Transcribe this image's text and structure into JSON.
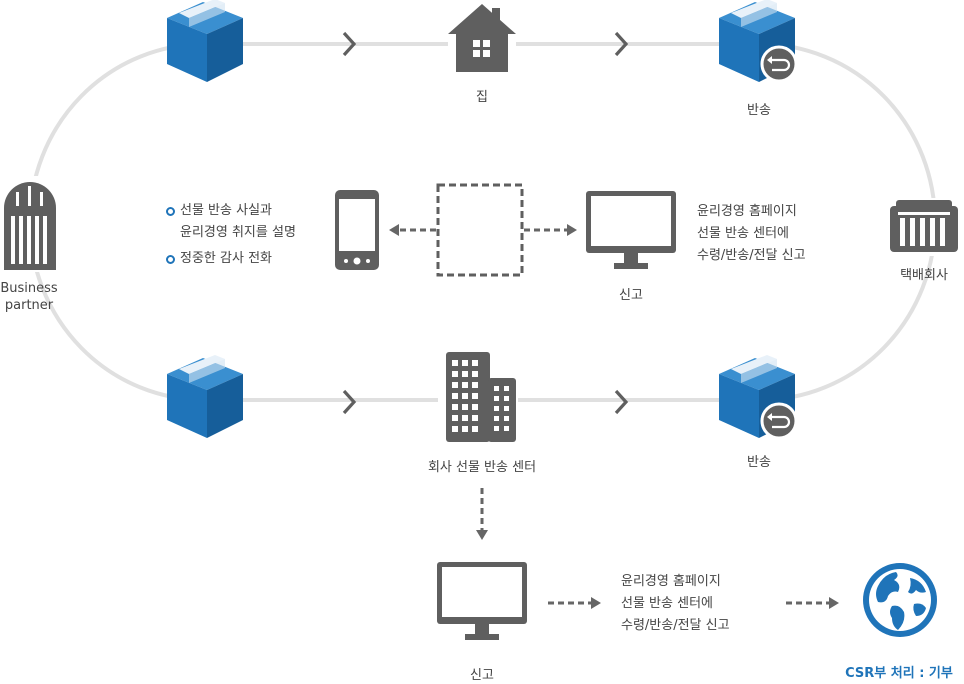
{
  "nodes": {
    "partner_label_line1": "Business",
    "partner_label_line2": "partner",
    "home_label": "집",
    "return_top_label": "반송",
    "courier_label": "택배회사",
    "report_mid_label": "신고",
    "company_center_label": "회사 선물 반송 센터",
    "return_bottom_label": "반송",
    "report_bottom_label": "신고",
    "csr_label": "CSR부 처리 : 기부"
  },
  "left_bullets": [
    {
      "line1": "선물 반송 사실과",
      "line2": "윤리경영 취지를 설명"
    },
    {
      "line1": "정중한 감사 전화",
      "line2": ""
    }
  ],
  "mid_report_text": [
    "윤리경영 홈페이지",
    "선물 반송 센터에",
    "수령/반송/전달 신고"
  ],
  "bottom_report_text": [
    "윤리경영 홈페이지",
    "선물 반송 센터에",
    "수령/반송/전달 신고"
  ],
  "colors": {
    "icon_gray": "#5f5f5f",
    "accent_blue": "#1f74b9",
    "loop_gray": "#dddddd",
    "dash_gray": "#666666"
  }
}
